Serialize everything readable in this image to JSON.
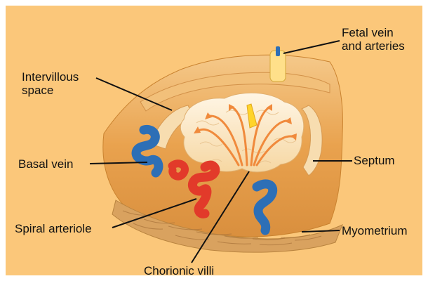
{
  "colors": {
    "background": "#fbc77a",
    "tissue": "#e9a24e",
    "tissue_light": "#f6d39a",
    "artery": "#e23a2a",
    "vein": "#2d6fb6",
    "leader_line": "#111111"
  },
  "labels": {
    "fetal_vessels": [
      "Fetal vein",
      "and arteries"
    ],
    "intervillous_space": [
      "Intervillous",
      "space"
    ],
    "basal_vein": "Basal vein",
    "septum": "Septum",
    "spiral_arteriole": "Spiral arteriole",
    "myometrium": "Myometrium",
    "chorionic_villi": "Chorionic villi"
  }
}
